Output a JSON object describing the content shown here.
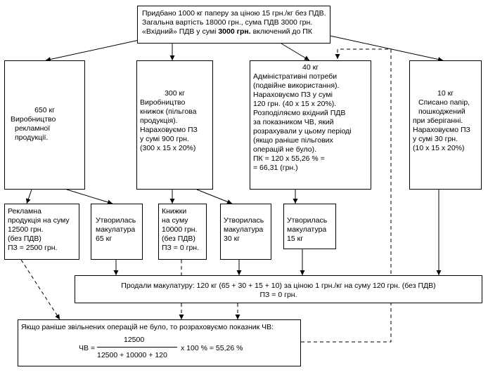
{
  "top": {
    "line1": "Придбано 1000 кг паперу за ціною 15 грн./кг без ПДВ.",
    "line2": "Загальна вартість 18000 грн., сума ПДВ 3000 грн.",
    "line3_pre": "«Вхідний» ПДВ у сумі ",
    "line3_bold": "3000 грн.",
    "line3_post": " включений до ПК"
  },
  "col1": {
    "weight": "650 кг",
    "l1": "Виробництво",
    "l2": "рекламної",
    "l3": "продукції."
  },
  "col2": {
    "weight": "300 кг",
    "l1": "Виробництво",
    "l2": "книжок (пільгова",
    "l3": "продукція).",
    "l4": "Нараховуємо ПЗ",
    "l5": "у сумі 900 грн.",
    "l6": "(300 х 15 х 20%)"
  },
  "col3": {
    "weight": "40 кг",
    "l1": "Адміністративні потреби",
    "l2": "(подвійне використання).",
    "l3": "Нараховуємо ПЗ у сумі",
    "l4": "120 грн. (40 х 15 х 20%).",
    "l5": "Розподіляємо вхідний ПДВ",
    "l6": "за показником ЧВ, який",
    "l7": "розрахували у цьому періоді",
    "l8": "(якщо раніше пільгових",
    "l9": "операцій не було).",
    "l10": "ПК = 120 х 55,26 % =",
    "l11": "= 66,31 (грн.)"
  },
  "col4": {
    "weight": "10 кг",
    "l1": "Списано папір,",
    "l2": "пошкоджений",
    "l3": "при зберіганні.",
    "l4": "Нараховуємо ПЗ",
    "l5": "у сумі 30 грн.",
    "l6": "(10 х 15 х 20%)"
  },
  "adv": {
    "l1": "Рекламна",
    "l2": "продукція на суму",
    "l3": "12500 грн.",
    "l4": "(без ПДВ)",
    "l5": "ПЗ = 2500 грн."
  },
  "w1": {
    "l1": "Утворилась",
    "l2": "макулатура",
    "l3": "65 кг"
  },
  "books": {
    "l1": "Книжки",
    "l2": "на суму",
    "l3": "10000 грн.",
    "l4": "(без ПДВ)",
    "l5": "ПЗ = 0 грн."
  },
  "w2": {
    "l1": "Утворилась",
    "l2": "макулатура",
    "l3": "30 кг"
  },
  "w3": {
    "l1": "Утворилась",
    "l2": "макулатура",
    "l3": "15 кг"
  },
  "sale": {
    "l1": "Продали макулатуру: 120 кг (65 + 30 + 15 + 10) за ціною 1 грн./кг на суму 120 грн. (без ПДВ)",
    "l2": "ПЗ = 0 грн."
  },
  "chv": {
    "title": "Якщо раніше звільнених операцій не було, то розраховуємо показник ЧВ:",
    "lhs": "ЧВ =",
    "numerator": "12500",
    "denominator": "12500 + 10000 + 120",
    "rhs": "х 100 % = 55,26 %"
  }
}
